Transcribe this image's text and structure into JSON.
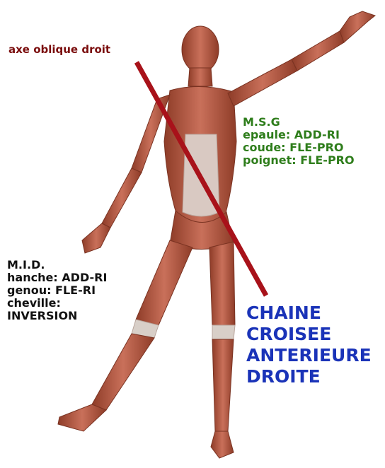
{
  "axis_label": {
    "text": "axe oblique droit",
    "color": "#7a0c0c"
  },
  "msg": {
    "title": "M.S.G",
    "lines": [
      "epaule: ADD-RI",
      "coude: FLE-PRO",
      "poignet: FLE-PRO"
    ],
    "color": "#2e7d1b"
  },
  "mid": {
    "title": "M.I.D.",
    "lines": [
      "hanche: ADD-RI",
      "genou: FLE-RI",
      "cheville:",
      "INVERSION"
    ],
    "color": "#111111"
  },
  "chain": {
    "lines": [
      "CHAINE",
      "CROISEE",
      "ANTERIEURE",
      "DROITE"
    ],
    "color": "#1a33b8"
  },
  "colors": {
    "skin_muscle": "#c0644a",
    "muscle_dark": "#8e3c28",
    "tendon": "#e2dad4",
    "axis_line": "#a8121a"
  }
}
